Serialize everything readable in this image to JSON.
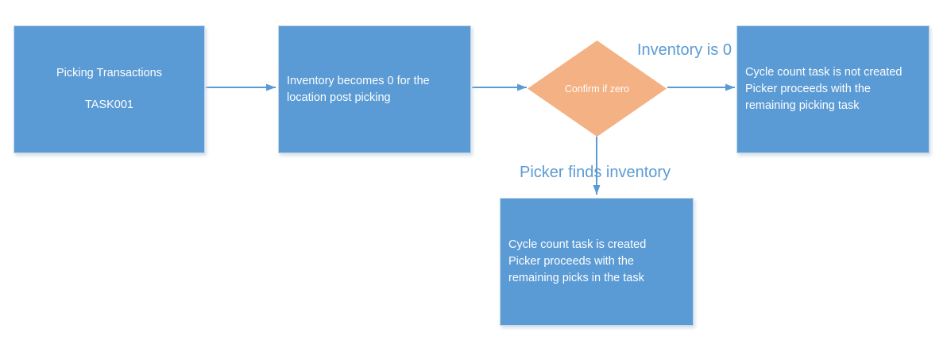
{
  "diagram": {
    "nodes": {
      "picking_transactions": {
        "lines": [
          "Picking Transactions",
          "TASK001"
        ]
      },
      "inventory_becomes_zero": {
        "lines": [
          "Inventory becomes 0 for the",
          "location post picking"
        ]
      },
      "confirm_if_zero": {
        "label": "Confirm if zero"
      },
      "task_not_created": {
        "lines": [
          "Cycle count task is not created",
          "Picker proceeds with the",
          "remaining picking task"
        ]
      },
      "task_created": {
        "lines": [
          "Cycle count task is created",
          "Picker proceeds with the",
          "remaining picks in the task"
        ]
      }
    },
    "edge_labels": {
      "inventory_is_zero": "Inventory is 0",
      "picker_finds_inventory": "Picker finds inventory"
    },
    "colors": {
      "process_fill": "#5b9bd5",
      "decision_fill": "#f4b183",
      "connector": "#5b9bd5",
      "edge_label_text": "#5b9bd5",
      "node_text": "#ffffff"
    }
  }
}
